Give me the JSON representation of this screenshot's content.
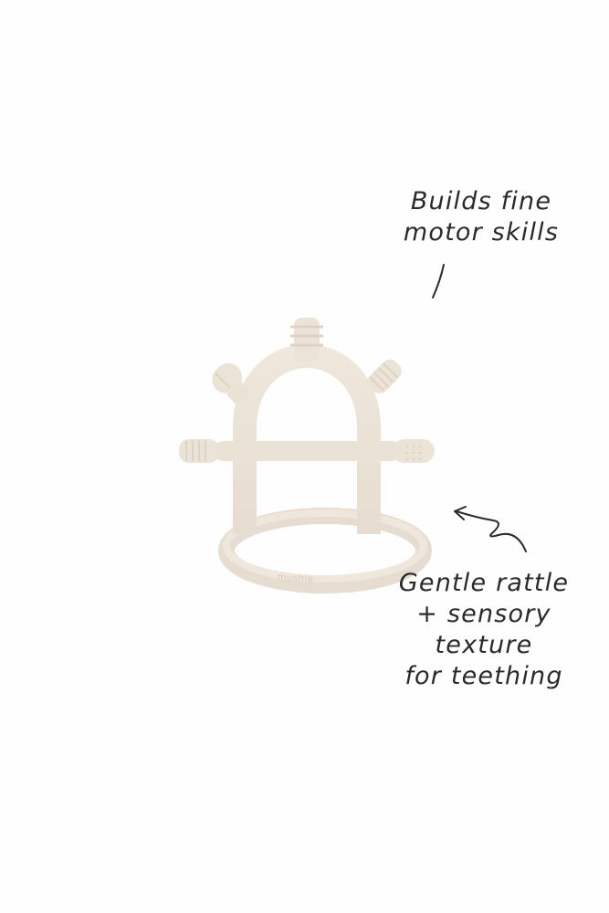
{
  "annotations": {
    "top": [
      "Builds fine",
      "motor skills"
    ],
    "bottom": [
      "Gentle rattle",
      "+ sensory",
      "texture",
      "for teething"
    ]
  },
  "product": {
    "brand_mark": "mushie"
  },
  "colors": {
    "background": "#fefefe",
    "silicone": "#ece3d7",
    "silicone_shade": "#ddd2c3",
    "ink": "#2a2a2a"
  }
}
